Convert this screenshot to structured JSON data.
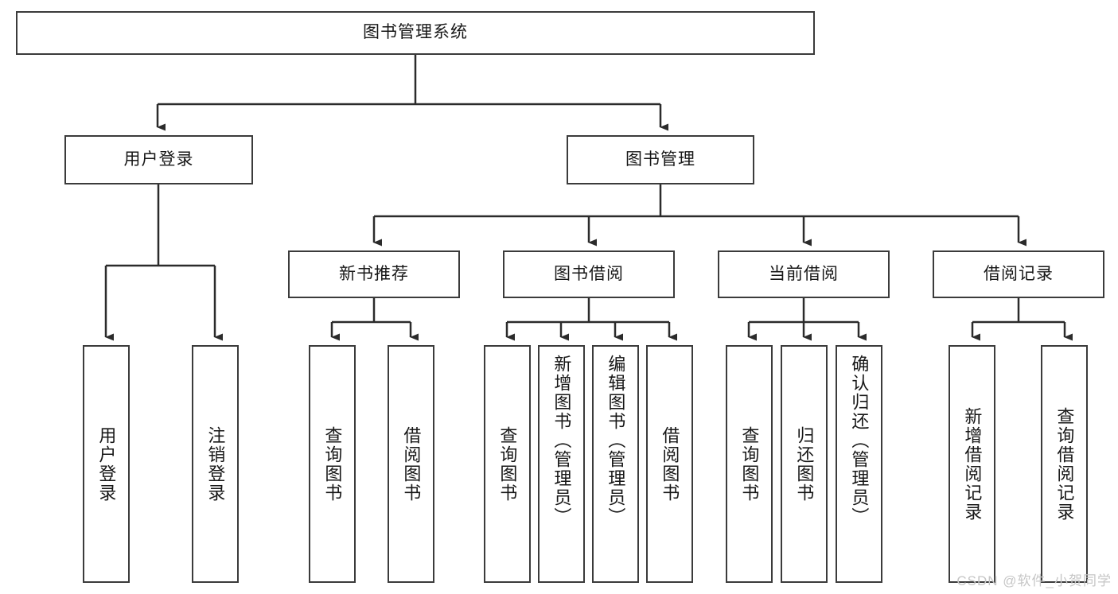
{
  "diagram": {
    "type": "tree-hierarchy",
    "title": "图书管理系统",
    "watermark": "CSDN @软件_小贺同学",
    "colors": {
      "box_border": "#3b3b3b",
      "box_fill": "#ffffff",
      "line": "#2b2b2b",
      "text": "#171717",
      "watermark": "#c6c6c6",
      "background": "#ffffff"
    },
    "root": {
      "label": "图书管理系统"
    },
    "level2": [
      {
        "label": "用户登录"
      },
      {
        "label": "图书管理"
      }
    ],
    "level3": [
      {
        "label": "新书推荐"
      },
      {
        "label": "图书借阅"
      },
      {
        "label": "当前借阅"
      },
      {
        "label": "借阅记录"
      }
    ],
    "leaves": {
      "user_login": [
        {
          "label": "用户登录"
        },
        {
          "label": "注销登录"
        }
      ],
      "new_book_recommend": [
        {
          "label": "查询图书"
        },
        {
          "label": "借阅图书"
        }
      ],
      "book_borrow": [
        {
          "label": "查询图书"
        },
        {
          "label": "新增图书（管理员）"
        },
        {
          "label": "编辑图书（管理员）"
        },
        {
          "label": "借阅图书"
        }
      ],
      "current_borrow": [
        {
          "label": "查询图书"
        },
        {
          "label": "归还图书"
        },
        {
          "label": "确认归还（管理员）"
        }
      ],
      "borrow_record": [
        {
          "label": "新增借阅记录"
        },
        {
          "label": "查询借阅记录"
        }
      ]
    }
  }
}
